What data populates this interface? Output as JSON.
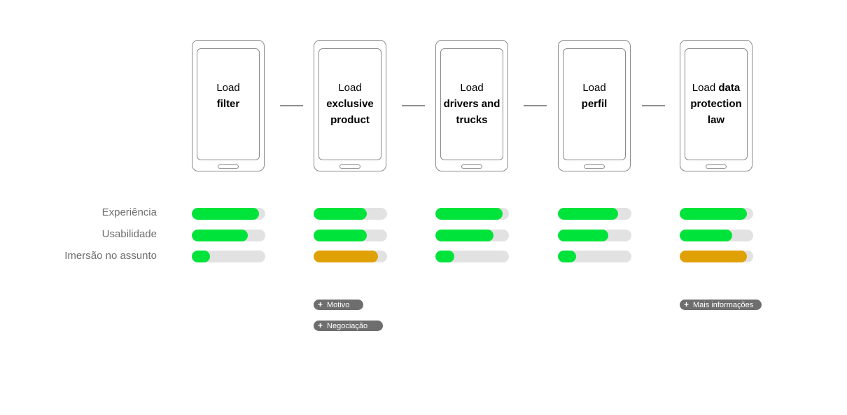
{
  "colors": {
    "good": "#00e33a",
    "warn": "#e0a107",
    "track": "#e2e2e2",
    "outline": "#8a8a8a"
  },
  "metrics": [
    "Experiência",
    "Usabilidade",
    "Imersão no assunto"
  ],
  "screens": [
    {
      "lead": "Load",
      "detail": [
        "filter"
      ],
      "scores": [
        {
          "value": 0.91,
          "color": "good"
        },
        {
          "value": 0.76,
          "color": "good"
        },
        {
          "value": 0.25,
          "color": "good"
        }
      ]
    },
    {
      "lead": "Load",
      "detail": [
        "exclusive",
        "product"
      ],
      "scores": [
        {
          "value": 0.72,
          "color": "good"
        },
        {
          "value": 0.72,
          "color": "good"
        },
        {
          "value": 0.88,
          "color": "warn"
        }
      ]
    },
    {
      "lead": "Load",
      "detail": [
        "drivers and",
        "trucks"
      ],
      "scores": [
        {
          "value": 0.91,
          "color": "good"
        },
        {
          "value": 0.79,
          "color": "good"
        },
        {
          "value": 0.26,
          "color": "good"
        }
      ]
    },
    {
      "lead": "Load",
      "detail": [
        "perfil"
      ],
      "scores": [
        {
          "value": 0.82,
          "color": "good"
        },
        {
          "value": 0.69,
          "color": "good"
        },
        {
          "value": 0.25,
          "color": "good"
        }
      ]
    },
    {
      "lead": "Load",
      "detail": [
        "data",
        "protection",
        "law"
      ],
      "inline_first": true,
      "scores": [
        {
          "value": 0.91,
          "color": "good"
        },
        {
          "value": 0.71,
          "color": "good"
        },
        {
          "value": 0.91,
          "color": "warn"
        }
      ]
    }
  ],
  "tags": [
    {
      "screen": 1,
      "label": "Motivo",
      "icon": "plus-icon"
    },
    {
      "screen": 1,
      "label": "Negociação",
      "icon": "plus-icon"
    },
    {
      "screen": 4,
      "label": "Mais informações",
      "icon": "plus-icon"
    }
  ]
}
